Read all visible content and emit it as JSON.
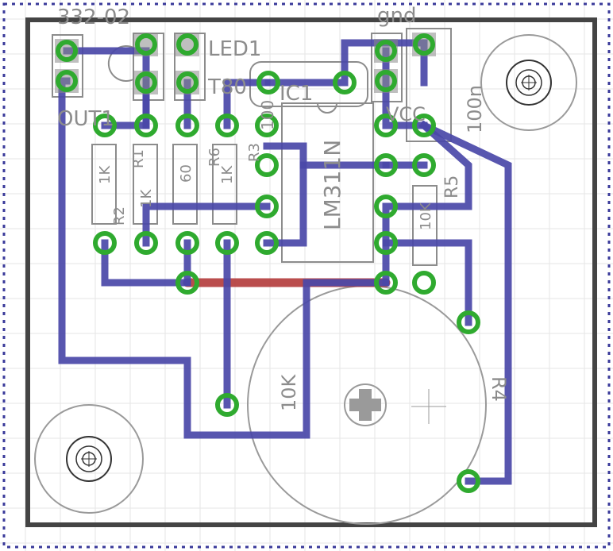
{
  "board": {
    "labels": {
      "connector_top": "332-02",
      "out": "OUT1",
      "led": "LED1",
      "t80": "T80",
      "ic": "IC1",
      "ic_part": "LM311N",
      "gnd": "gnd",
      "vcc": "VCC",
      "cap": "100n",
      "r1": "R1",
      "r2": "R2",
      "r3": "R3",
      "r4": "R4",
      "r5": "R5",
      "r6": "R6",
      "r1_value": "1K",
      "r2_value": "1K",
      "r3_value": "60",
      "r6_value": "1K",
      "r3_text": "100",
      "r5_value": "10K",
      "pot_value": "10K"
    },
    "colors": {
      "top_trace": "#4a48a8",
      "bottom_trace": "#b33a3a",
      "pad": "#2faa2f",
      "outline": "#444444",
      "silkscreen": "#8c8c8c",
      "grid": "#e6e6e6",
      "frame": "#3a3a9a"
    }
  }
}
